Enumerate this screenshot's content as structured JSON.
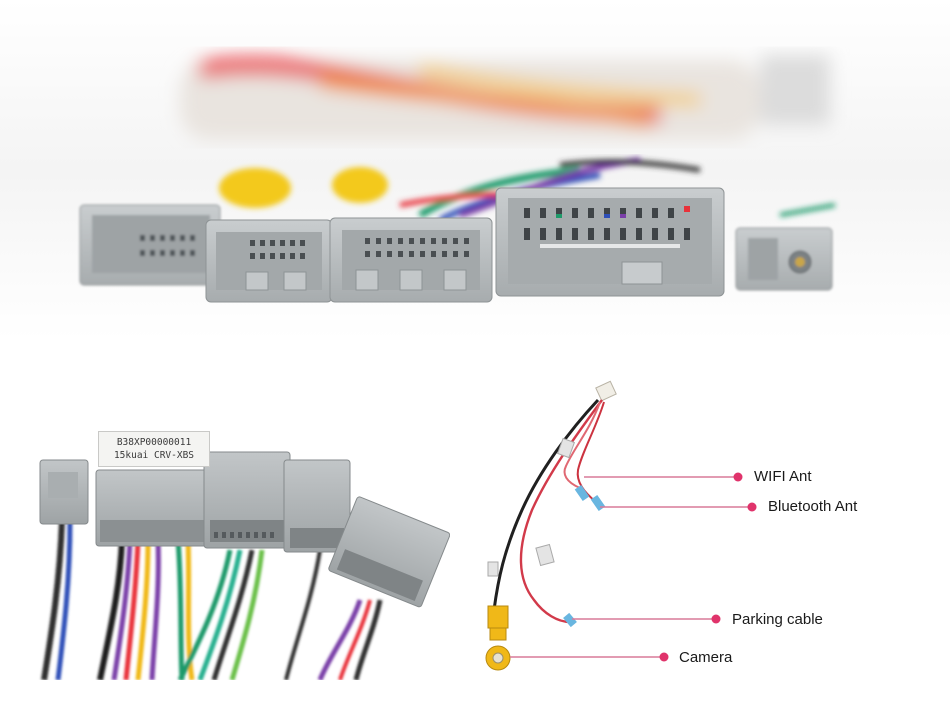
{
  "sticker": {
    "line1": "B38XP00000011",
    "line2": "15kuai CRV-XBS"
  },
  "callouts": [
    {
      "id": "wifi",
      "label": "WIFI Ant"
    },
    {
      "id": "bluetooth",
      "label": "Bluetooth Ant"
    },
    {
      "id": "parking",
      "label": "Parking cable"
    },
    {
      "id": "camera",
      "label": "Camera"
    }
  ],
  "colors": {
    "connector_gray": "#b7bcbe",
    "connector_dark": "#6c7174",
    "callout_pink": "#e0336b",
    "callout_line": "#d97a98",
    "camera_yellow": "#f0b818",
    "wire_red": "#e8323a",
    "wire_orange": "#f08a1a",
    "wire_green": "#1f9a6a",
    "wire_blue": "#2d4fb8",
    "wire_purple": "#7a3fa8"
  }
}
